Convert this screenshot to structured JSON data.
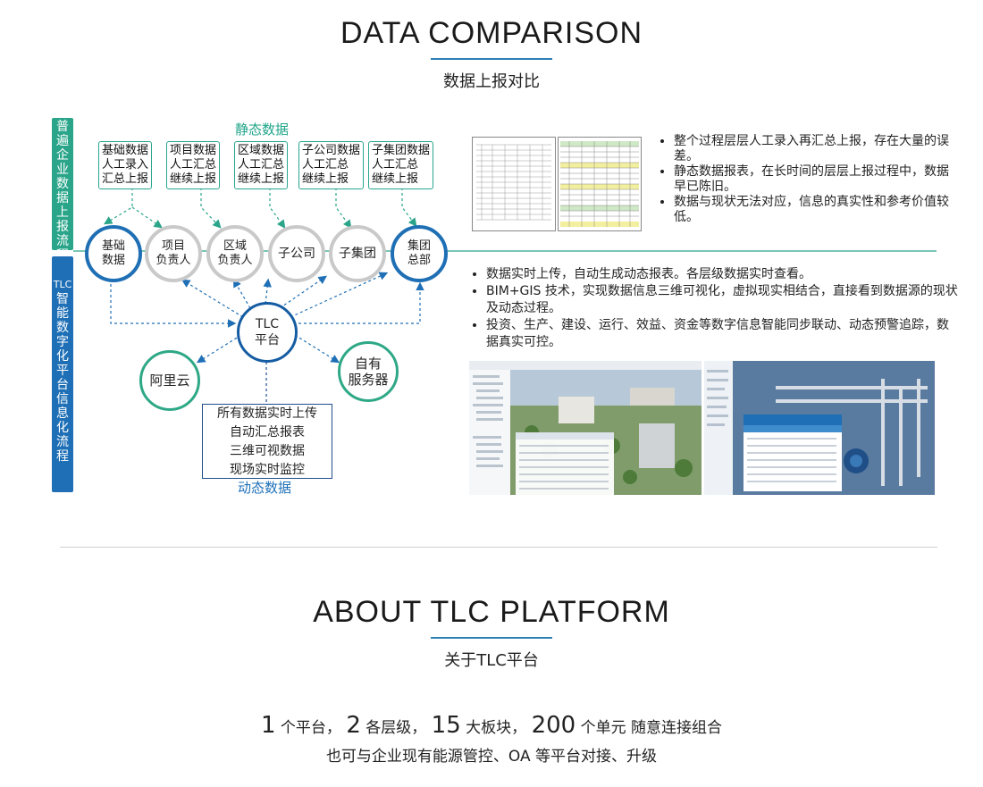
{
  "section1": {
    "title": "DATA COMPARISON",
    "subtitle": "数据上报对比"
  },
  "left_bar_top": {
    "text": [
      "普",
      "遍",
      "企",
      "业",
      "数",
      "据",
      "上",
      "报",
      "流",
      "程"
    ],
    "color": "#2aa58a"
  },
  "left_bar_bottom": {
    "text": [
      "TLC",
      "智",
      "能",
      "数",
      "字",
      "化",
      "平",
      "台",
      "信",
      "息",
      "化",
      "流",
      "程"
    ],
    "color": "#1e6fb6"
  },
  "static_label": "静态数据",
  "dynamic_label": "动态数据",
  "report_boxes": [
    {
      "l1": "基础数据",
      "l2": "人工录入",
      "l3": "汇总上报"
    },
    {
      "l1": "项目数据",
      "l2": "人工汇总",
      "l3": "继续上报"
    },
    {
      "l1": "区域数据",
      "l2": "人工汇总",
      "l3": "继续上报"
    },
    {
      "l1": "子公司数据",
      "l2": "人工汇总",
      "l3": "继续上报"
    },
    {
      "l1": "子集团数据",
      "l2": "人工汇总",
      "l3": "继续上报"
    }
  ],
  "nodes": {
    "base": {
      "l1": "基础",
      "l2": "数据"
    },
    "project": {
      "l1": "项目",
      "l2": "负责人"
    },
    "region": {
      "l1": "区域",
      "l2": "负责人"
    },
    "subsidiary": {
      "l1": "子公司",
      "l2": ""
    },
    "subgroup": {
      "l1": "子集团",
      "l2": ""
    },
    "hq": {
      "l1": "集团",
      "l2": "总部"
    },
    "tlc": {
      "l1": "TLC",
      "l2": "平台"
    },
    "aliyun": {
      "l1": "阿里云",
      "l2": ""
    },
    "server": {
      "l1": "自有",
      "l2": "服务器"
    }
  },
  "dynamic_box": [
    "所有数据实时上传",
    "自动汇总报表",
    "三维可视数据",
    "现场实时监控"
  ],
  "static_bullets": [
    "整个过程层层人工录入再汇总上报，存在大量的误差。",
    "静态数据报表，在长时间的层层上报过程中，数据早已陈旧。",
    "数据与现状无法对应，信息的真实性和参考价值较低。"
  ],
  "dynamic_bullets": [
    "数据实时上传，自动生成动态报表。各层级数据实时查看。",
    "BIM+GIS 技术，实现数据信息三维可视化，虚拟现实相结合，直接看到数据源的现状及动态过程。",
    "投资、生产、建设、运行、效益、资金等数字信息智能同步联动、动态预警追踪，数据真实可控。"
  ],
  "section2": {
    "title": "ABOUT TLC PLATFORM",
    "subtitle": "关于TLC平台"
  },
  "stats": {
    "n1": "1",
    "t1": "个平台，",
    "n2": "2",
    "t2": "各层级，",
    "n3": "15",
    "t3": "大板块，",
    "n4": "200",
    "t4": "个单元 随意连接组合",
    "line2": "也可与企业现有能源管控、OA 等平台对接、升级"
  },
  "colors": {
    "accent": "#2d7fb5",
    "teal": "#2aa58a",
    "blue": "#1e6fb6"
  }
}
